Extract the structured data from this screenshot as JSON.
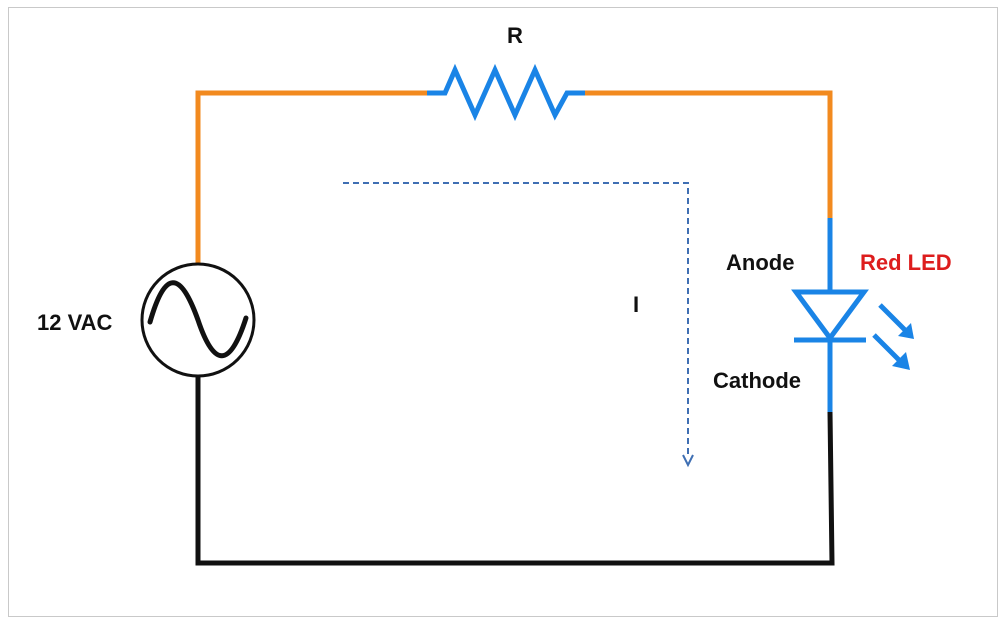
{
  "labels": {
    "resistor": "R",
    "source": "12 VAC",
    "anode": "Anode",
    "cathode": "Cathode",
    "led": "Red LED",
    "current": "I"
  },
  "colors": {
    "wire_positive": "#f28a1f",
    "wire_negative": "#111111",
    "component": "#1a84e6",
    "current_arrow": "#3f6fb3",
    "led_label": "#dd1d1d",
    "text": "#111111"
  },
  "icons": {
    "source": "ac-sine-source-icon",
    "resistor": "zigzag-resistor-icon",
    "led": "led-diode-icon",
    "light": "light-emission-arrows-icon",
    "current": "dashed-current-arrow-icon"
  }
}
